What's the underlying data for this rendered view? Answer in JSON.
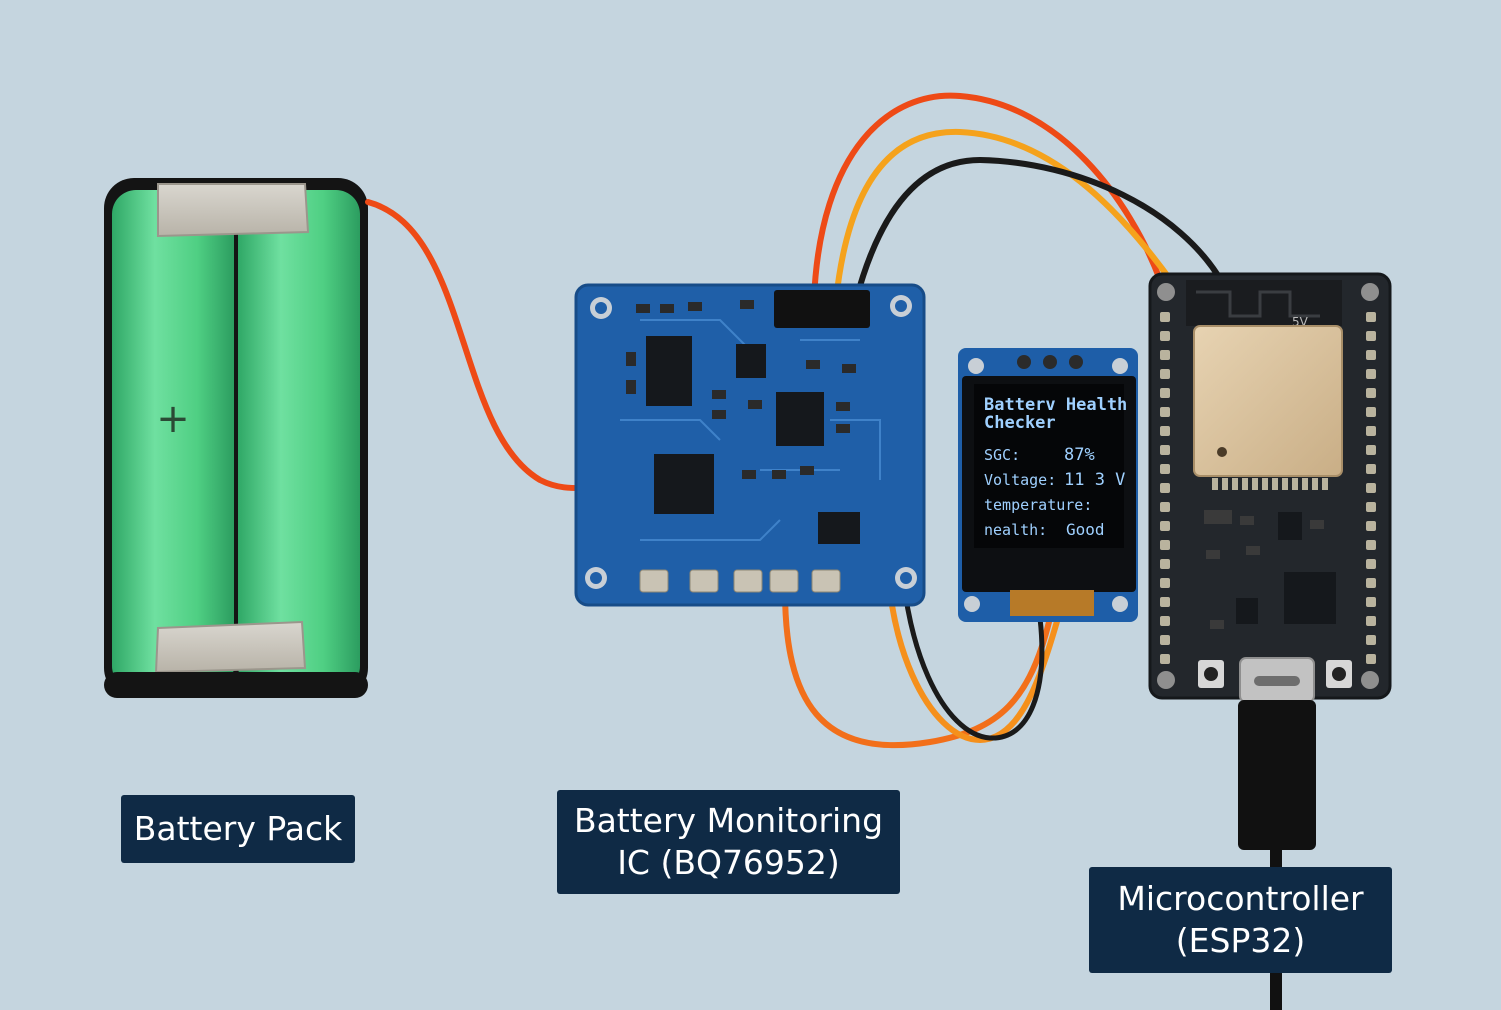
{
  "labels": {
    "battery_pack": "Battery Pack",
    "bms_line1": "Battery Monitoring",
    "bms_line2": "IC (BQ76952)",
    "mcu_line1": "Microcontroller",
    "mcu_line2": "(ESP32)"
  },
  "battery": {
    "terminal_symbol": "+"
  },
  "oled": {
    "title_line1": "Batterv Health",
    "title_line2": "Checker",
    "soc_label": "SGC:",
    "soc_value": "87%",
    "voltage_label": "Voltage:",
    "voltage_value": "11 3 V",
    "temperature_label": "temperature:",
    "health_label": "nealth:",
    "health_value": "Good"
  },
  "esp32": {
    "module_marking": "5V"
  },
  "colors": {
    "background": "#c5d5df",
    "battery_green": "#4fcf83",
    "pcb_blue": "#1f5fa8",
    "esp32_board": "#23272c",
    "label_bg": "#0f2a45",
    "wire_red": "#ee4a16",
    "wire_orange": "#f5901c",
    "wire_black": "#1a1a1a"
  }
}
